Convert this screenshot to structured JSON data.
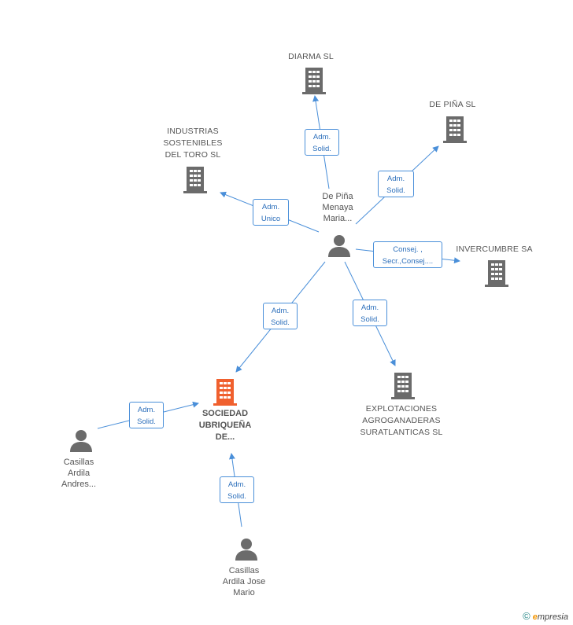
{
  "nodes": {
    "diarma": {
      "label": "DIARMA SL"
    },
    "depina_sl": {
      "label": "DE PIÑA SL"
    },
    "industrias": {
      "label_lines": [
        "INDUSTRIAS",
        "SOSTENIBLES",
        "DEL TORO SL"
      ]
    },
    "invercumbre": {
      "label": "INVERCUMBRE SA"
    },
    "explotaciones": {
      "label_lines": [
        "EXPLOTACIONES",
        "AGROGANADERAS",
        "SURATLANTICAS SL"
      ]
    },
    "sociedad": {
      "label_lines": [
        "SOCIEDAD",
        "UBRIQUEÑA",
        "DE..."
      ]
    },
    "depina_person": {
      "label_lines": [
        "De Piña",
        "Menaya",
        "Maria..."
      ]
    },
    "casillas_andres": {
      "label_lines": [
        "Casillas",
        "Ardila",
        "Andres..."
      ]
    },
    "casillas_jose": {
      "label_lines": [
        "Casillas",
        "Ardila Jose",
        "Mario"
      ]
    }
  },
  "edges": {
    "to_diarma": {
      "lines": [
        "Adm.",
        "Solid."
      ]
    },
    "to_depina_sl": {
      "lines": [
        "Adm.",
        "Solid."
      ]
    },
    "to_industrias": {
      "lines": [
        "Adm.",
        "Unico"
      ]
    },
    "to_invercumbre": {
      "lines": [
        "Consej. ,",
        "Secr.,Consej...."
      ]
    },
    "to_explotaciones": {
      "lines": [
        "Adm.",
        "Solid."
      ]
    },
    "to_sociedad_from_depina": {
      "lines": [
        "Adm.",
        "Solid."
      ]
    },
    "to_sociedad_from_andres": {
      "lines": [
        "Adm.",
        "Solid."
      ]
    },
    "to_sociedad_from_jose": {
      "lines": [
        "Adm.",
        "Solid."
      ]
    }
  },
  "colors": {
    "edge": "#4a8fd9",
    "company_icon": "#6b6b6b",
    "focus_icon": "#f0602e",
    "person_icon": "#6b6b6b"
  },
  "footer": {
    "copyright": "©",
    "brand_initial": "e",
    "brand_rest": "mpresia"
  }
}
